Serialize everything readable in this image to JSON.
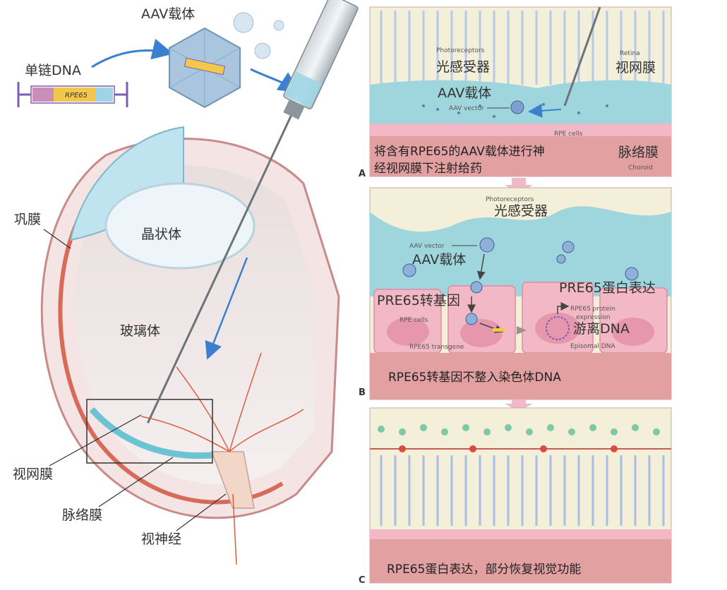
{
  "left": {
    "ssdna_label": "单链DNA",
    "gene_label": "RPE65",
    "aav_label": "AAV载体",
    "lens_label": "晶状体",
    "vitreous_label": "玻璃体",
    "sclera_label": "巩膜",
    "retina_label": "视网膜",
    "choroid_label": "脉络膜",
    "optic_nerve_label": "视神经"
  },
  "panelA": {
    "letter": "A",
    "photoreceptors_en": "Photoreceptors",
    "photoreceptors_cn": "光感受器",
    "retina_en": "Retina",
    "retina_cn": "视网膜",
    "aav_cn": "AAV载体",
    "aav_en": "AAV vector",
    "rpe_en": "RPE cells",
    "caption": [
      "将含有RPE65的AAV载体进行神",
      "经视网膜下注射给药"
    ],
    "choroid_cn": "脉络膜",
    "choroid_en": "Choroid"
  },
  "panelB": {
    "letter": "B",
    "photoreceptors_en": "Photoreceptors",
    "photoreceptors_cn": "光感受器",
    "aav_en": "AAV vector",
    "aav_cn": "AAV载体",
    "expression_cn": "PRE65蛋白表达",
    "transgene_cn": "PRE65转基因",
    "rpe_en": "RPE cells",
    "protein_en": "RPE65 protein",
    "protein_en2": "expression",
    "episomal_cn": "游离DNA",
    "episomal_en": "Episomal DNA",
    "transgene_en": "RPE65 transgene",
    "caption": "RPE65转基因不整入染色体DNA"
  },
  "panelC": {
    "letter": "C",
    "caption": "RPE65蛋白表达，部分恢复视觉功能"
  },
  "colors": {
    "retina_blue": "#9fd6dd",
    "rpe_pink": "#f2b8c6",
    "choroid_red": "#e3a0a0",
    "photoreceptor_bg": "#f4efd9",
    "arrow_blue": "#3a7fd0"
  }
}
